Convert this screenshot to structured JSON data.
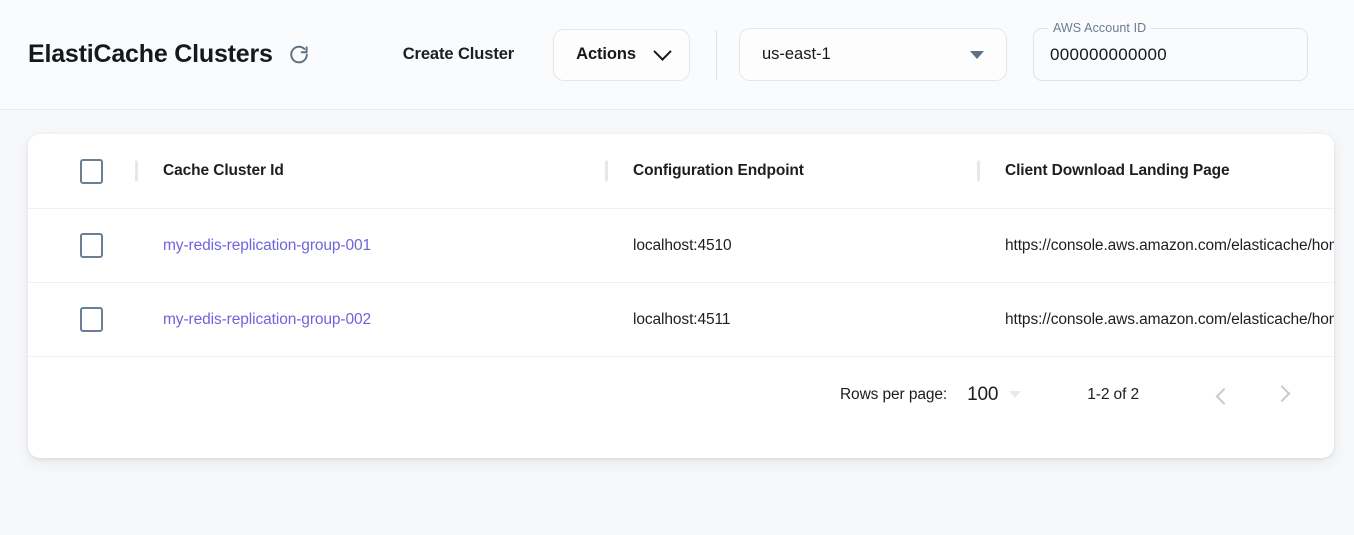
{
  "header": {
    "title": "ElastiCache Clusters",
    "refresh_icon": "refresh-icon",
    "create_cluster_label": "Create Cluster",
    "actions_label": "Actions",
    "actions_chevron_icon": "chevron-down-icon",
    "region": {
      "value": "us-east-1",
      "caret_icon": "caret-down-icon"
    },
    "account": {
      "label": "AWS Account ID",
      "value": "000000000000"
    }
  },
  "table": {
    "select_all_checkbox": "checkbox-unchecked",
    "columns": [
      "Cache Cluster Id",
      "Configuration Endpoint",
      "Client Download Landing Page"
    ],
    "rows": [
      {
        "checkbox": "checkbox-unchecked",
        "cluster_id": "my-redis-replication-group-001",
        "configuration_endpoint": "localhost:4510",
        "landing_page": "https://console.aws.amazon.com/elasticache/home"
      },
      {
        "checkbox": "checkbox-unchecked",
        "cluster_id": "my-redis-replication-group-002",
        "configuration_endpoint": "localhost:4511",
        "landing_page": "https://console.aws.amazon.com/elasticache/home"
      }
    ]
  },
  "pagination": {
    "rows_per_page_label": "Rows per page:",
    "rows_per_page_value": "100",
    "caret_icon": "caret-down-icon",
    "range_label": "1-2 of 2",
    "prev_icon": "chevron-left-icon",
    "next_icon": "chevron-right-icon"
  },
  "colors": {
    "link": "#6f64dd",
    "page_bg": "#f7f8fa",
    "card_bg": "#ffffff",
    "border": "#e3e6ea"
  }
}
